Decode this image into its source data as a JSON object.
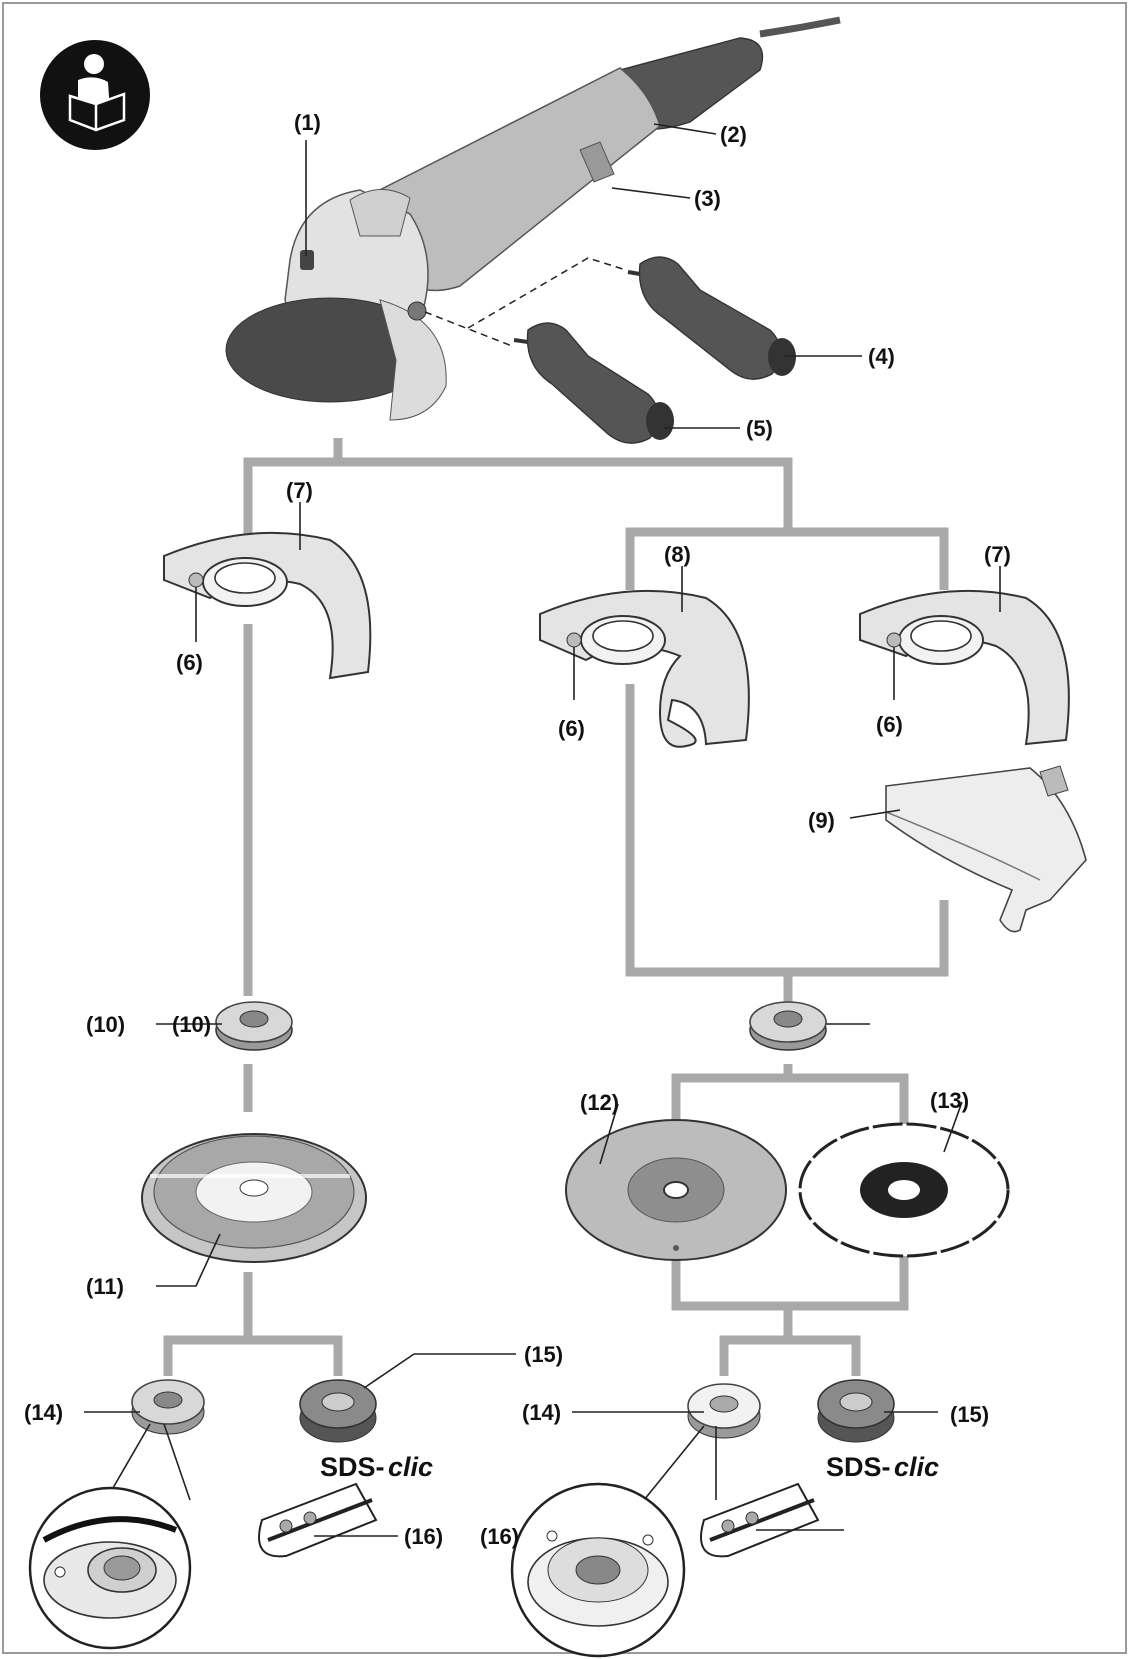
{
  "callouts": {
    "c1": "(1)",
    "c2": "(2)",
    "c3": "(3)",
    "c4": "(4)",
    "c5": "(5)",
    "c6": "(6)",
    "c7": "(7)",
    "c8": "(8)",
    "c9": "(9)",
    "c10": "(10)",
    "c10b": "(10)",
    "c11": "(11)",
    "c12": "(12)",
    "c13": "(13)",
    "c14": "(14)",
    "c15": "(15)",
    "c16": "(16)"
  },
  "sds_clic": {
    "prefix": "SDS-",
    "suffix": "clic"
  },
  "icons": [
    "read-manual-icon"
  ],
  "colors": {
    "connector": "#a9a9a9",
    "ink": "#111111",
    "frame": "#9a9a9a"
  }
}
